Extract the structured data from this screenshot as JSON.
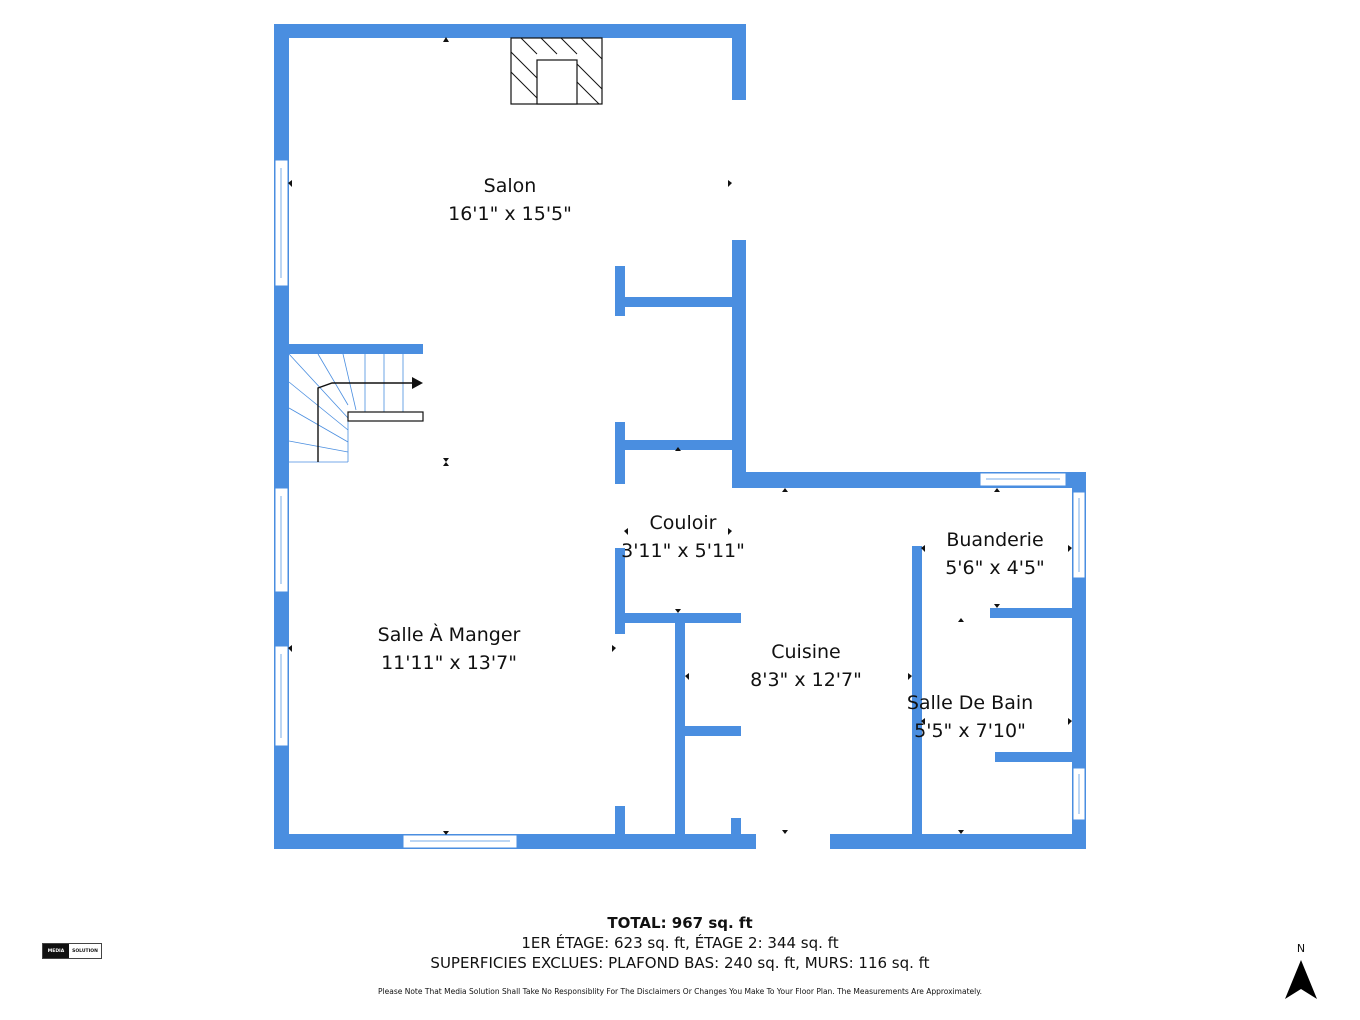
{
  "floor_plan": {
    "wall_color": "#4a8ee0",
    "rooms": [
      {
        "name": "Salon",
        "dimensions": "16'1\" x 15'5\""
      },
      {
        "name": "Salle À Manger",
        "dimensions": "11'11\" x 13'7\""
      },
      {
        "name": "Couloir",
        "dimensions": "3'11\" x 5'11\""
      },
      {
        "name": "Cuisine",
        "dimensions": "8'3\" x 12'7\""
      },
      {
        "name": "Buanderie",
        "dimensions": "5'6\" x 4'5\""
      },
      {
        "name": "Salle De Bain",
        "dimensions": "5'5\" x 7'10\""
      }
    ]
  },
  "summary": {
    "total": "TOTAL: 967 sq. ft",
    "floors": "1ER ÉTAGE: 623 sq. ft, ÉTAGE 2: 344 sq. ft",
    "excluded": "SUPERFICIES EXCLUES: PLAFOND BAS: 240 sq. ft, MURS: 116 sq. ft",
    "disclaimer": "Please Note That Media Solution Shall Take No Responsiblity For The Disclaimers Or Changes You Make To Your Floor Plan. The Measurements Are Approximately."
  },
  "logo": {
    "part1": "MEDIA",
    "part2": "SOLUTION"
  },
  "compass": {
    "label": "N"
  }
}
